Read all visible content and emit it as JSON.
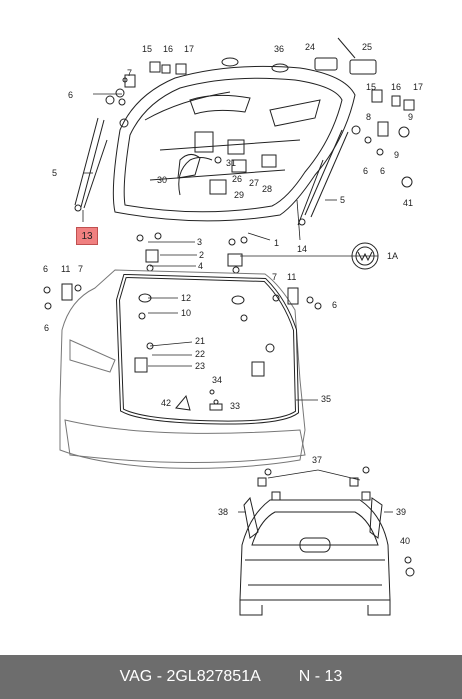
{
  "footer": {
    "part_label": "VAG - 2GL827851A",
    "ref_label": "N - 13"
  },
  "highlight_color": "#f08080",
  "callouts": {
    "c1": "1",
    "c1A": "1A",
    "c2": "2",
    "c3": "3",
    "c4": "4",
    "c5l": "5",
    "c5r": "5",
    "c6a": "6",
    "c6b": "6",
    "c6c": "6",
    "c6d": "6",
    "c6e": "6",
    "c7": "7",
    "c8": "8",
    "c9a": "9",
    "c9b": "9",
    "c10": "10",
    "c11a": "11",
    "c11b": "11",
    "c12": "12",
    "c13": "13",
    "c14": "14",
    "c15": "15",
    "c16a": "16",
    "c16b": "16",
    "c17a": "17",
    "c17b": "17",
    "c21": "21",
    "c22": "22",
    "c23": "23",
    "c24": "24",
    "c25": "25",
    "c26": "26",
    "c27": "27",
    "c28": "28",
    "c29": "29",
    "c30": "30",
    "c31": "31",
    "c33": "33",
    "c34": "34",
    "c35": "35",
    "c36": "36",
    "c37": "37",
    "c38": "38",
    "c39": "39",
    "c40": "40",
    "c41": "41",
    "c42": "42"
  }
}
